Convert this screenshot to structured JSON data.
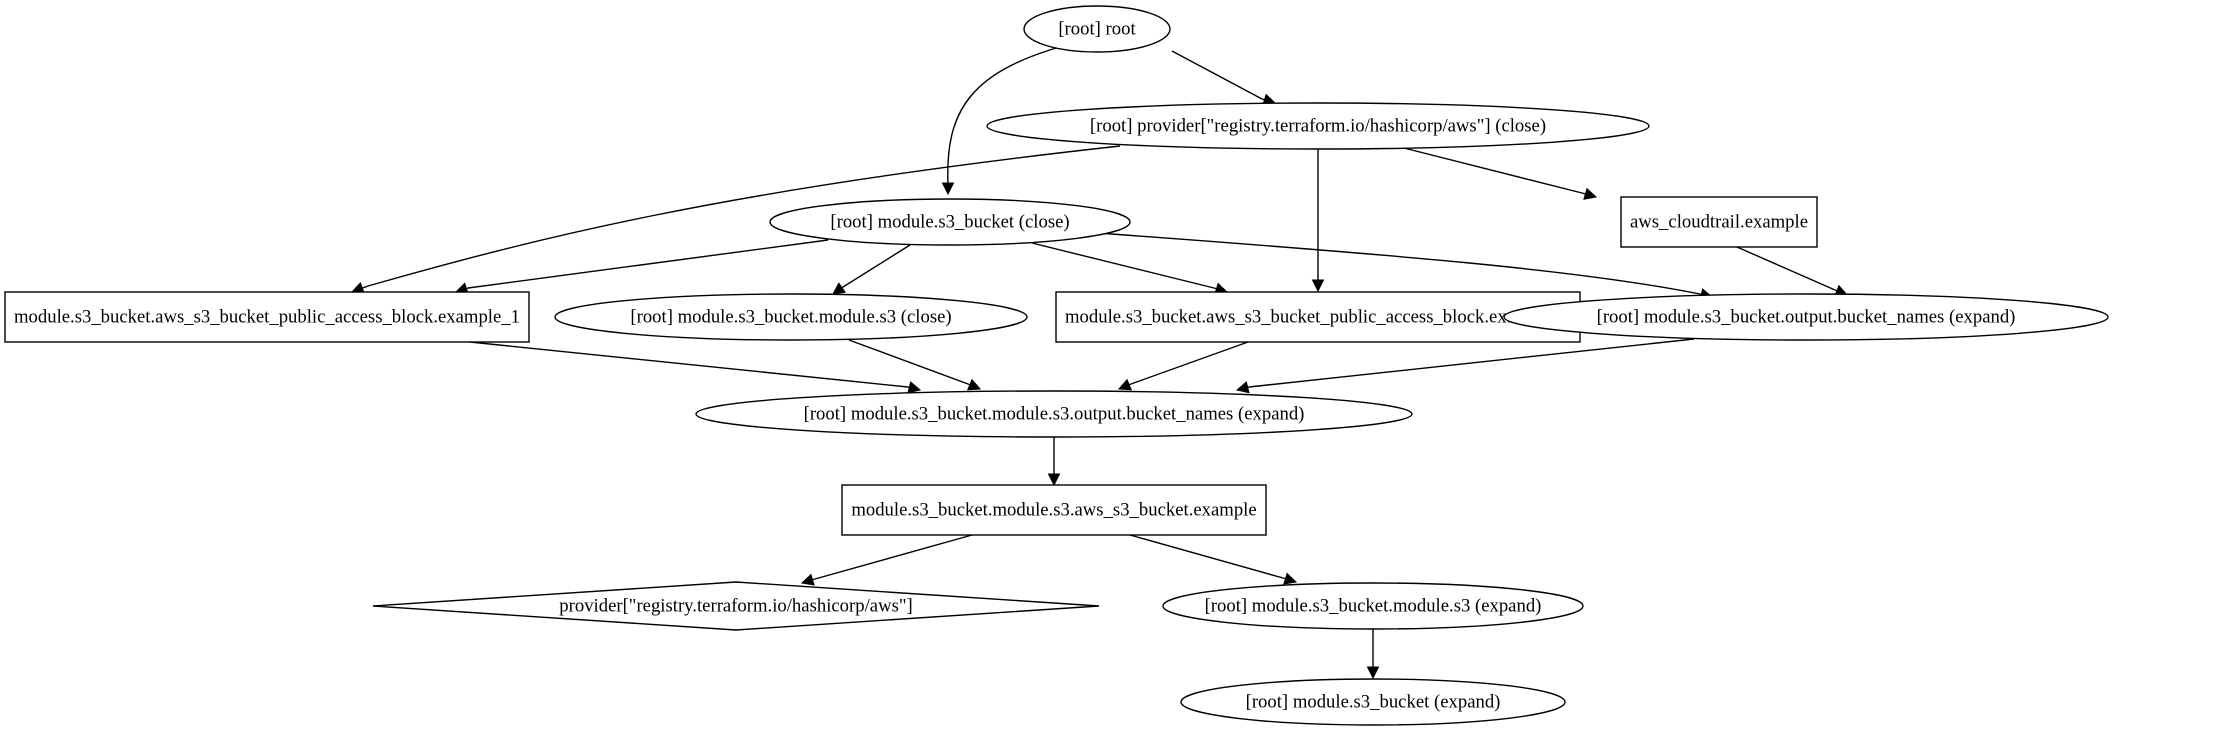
{
  "graph": {
    "nodes": [
      {
        "id": "root",
        "shape": "ellipse",
        "label": "[root] root"
      },
      {
        "id": "provider_close",
        "shape": "ellipse",
        "label": "[root] provider[\"registry.terraform.io/hashicorp/aws\"] (close)"
      },
      {
        "id": "s3_bucket_close",
        "shape": "ellipse",
        "label": "[root] module.s3_bucket (close)"
      },
      {
        "id": "cloudtrail",
        "shape": "box",
        "label": "aws_cloudtrail.example"
      },
      {
        "id": "pab_1",
        "shape": "box",
        "label": "module.s3_bucket.aws_s3_bucket_public_access_block.example_1"
      },
      {
        "id": "s3_close",
        "shape": "ellipse",
        "label": "[root] module.s3_bucket.module.s3 (close)"
      },
      {
        "id": "pab_2",
        "shape": "box",
        "label": "module.s3_bucket.aws_s3_bucket_public_access_block.example_2"
      },
      {
        "id": "out_bucket_names",
        "shape": "ellipse",
        "label": "[root] module.s3_bucket.output.bucket_names (expand)"
      },
      {
        "id": "s3_out_bucket_names",
        "shape": "ellipse",
        "label": "[root] module.s3_bucket.module.s3.output.bucket_names (expand)"
      },
      {
        "id": "bucket_example",
        "shape": "box",
        "label": "module.s3_bucket.module.s3.aws_s3_bucket.example"
      },
      {
        "id": "provider",
        "shape": "diamond",
        "label": "provider[\"registry.terraform.io/hashicorp/aws\"]"
      },
      {
        "id": "s3_expand",
        "shape": "ellipse",
        "label": "[root] module.s3_bucket.module.s3 (expand)"
      },
      {
        "id": "s3_bucket_expand",
        "shape": "ellipse",
        "label": "[root] module.s3_bucket (expand)"
      }
    ],
    "edges": [
      {
        "from": "root",
        "to": "provider_close"
      },
      {
        "from": "root",
        "to": "s3_bucket_close"
      },
      {
        "from": "provider_close",
        "to": "pab_1"
      },
      {
        "from": "provider_close",
        "to": "pab_2"
      },
      {
        "from": "provider_close",
        "to": "cloudtrail"
      },
      {
        "from": "s3_bucket_close",
        "to": "pab_1"
      },
      {
        "from": "s3_bucket_close",
        "to": "s3_close"
      },
      {
        "from": "s3_bucket_close",
        "to": "pab_2"
      },
      {
        "from": "s3_bucket_close",
        "to": "out_bucket_names"
      },
      {
        "from": "cloudtrail",
        "to": "out_bucket_names"
      },
      {
        "from": "pab_1",
        "to": "s3_out_bucket_names"
      },
      {
        "from": "s3_close",
        "to": "s3_out_bucket_names"
      },
      {
        "from": "pab_2",
        "to": "s3_out_bucket_names"
      },
      {
        "from": "out_bucket_names",
        "to": "s3_out_bucket_names"
      },
      {
        "from": "s3_out_bucket_names",
        "to": "bucket_example"
      },
      {
        "from": "bucket_example",
        "to": "provider"
      },
      {
        "from": "bucket_example",
        "to": "s3_expand"
      },
      {
        "from": "s3_expand",
        "to": "s3_bucket_expand"
      }
    ]
  }
}
